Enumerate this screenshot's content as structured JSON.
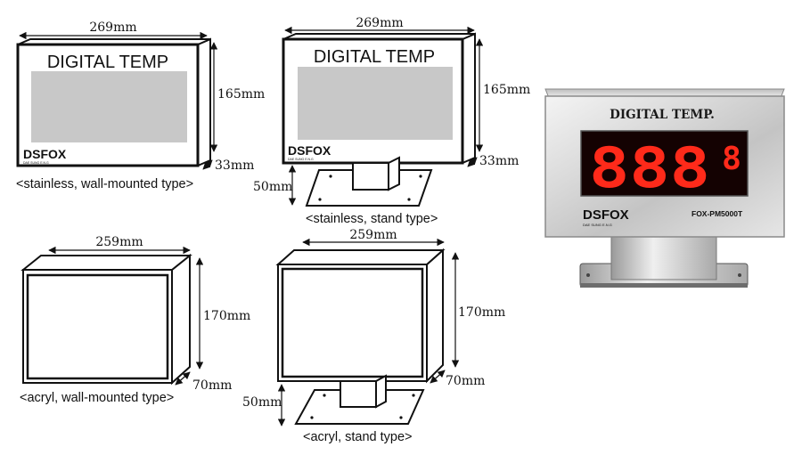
{
  "stainless_wall": {
    "display_text": "DIGITAL TEMP",
    "width_dim": "269mm",
    "height_dim": "165mm",
    "depth_dim": "33mm",
    "brand": "DSFOX",
    "brand_sub": "DAE SUNG E.N.G",
    "caption": "<stainless, wall-mounted type>"
  },
  "stainless_stand": {
    "display_text": "DIGITAL TEMP",
    "width_dim": "269mm",
    "height_dim": "165mm",
    "depth_dim": "33mm",
    "stand_dim": "50mm",
    "brand": "DSFOX",
    "brand_sub": "DAE SUNG E.N.G",
    "caption": "<stainless, stand type>"
  },
  "acryl_wall": {
    "width_dim": "259mm",
    "height_dim": "170mm",
    "depth_dim": "70mm",
    "caption": "<acryl, wall-mounted type>"
  },
  "acryl_stand": {
    "width_dim": "259mm",
    "height_dim": "170mm",
    "depth_dim": "70mm",
    "stand_dim": "50mm",
    "caption": "<acryl, stand type>"
  },
  "product_photo": {
    "title": "DIGITAL TEMP.",
    "digits": "888",
    "unit_digit": "8",
    "brand": "DSFOX",
    "brand_sub": "DAE SUNG E.N.G",
    "model": "FOX-PM5000T",
    "display_color": "#ff2a1a",
    "display_bg": "#140202"
  }
}
